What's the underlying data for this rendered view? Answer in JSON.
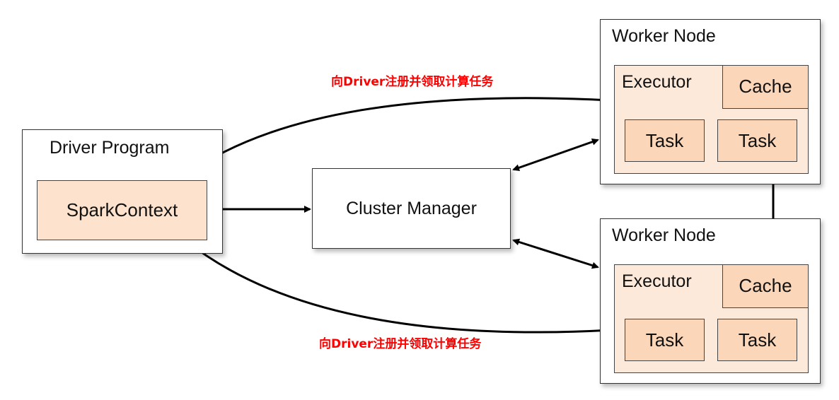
{
  "driver": {
    "title": "Driver Program",
    "spark_context": "SparkContext"
  },
  "cluster_manager": {
    "label": "Cluster Manager"
  },
  "worker_nodes": [
    {
      "title": "Worker Node",
      "executor": "Executor",
      "cache": "Cache",
      "tasks": [
        "Task",
        "Task"
      ]
    },
    {
      "title": "Worker Node",
      "executor": "Executor",
      "cache": "Cache",
      "tasks": [
        "Task",
        "Task"
      ]
    }
  ],
  "annotations": {
    "top": "向Driver注册并领取计算任务",
    "bottom": "向Driver注册并领取计算任务"
  },
  "colors": {
    "annotation": "#ff0000",
    "executor_fill": "#fde9da",
    "task_fill": "#fcd6b9",
    "border": "#333333"
  }
}
